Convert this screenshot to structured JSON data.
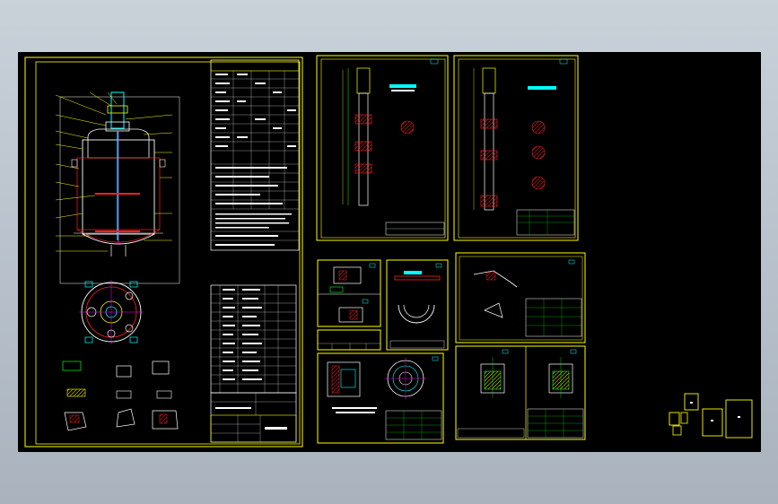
{
  "app": {
    "title": ""
  },
  "canvas": {
    "background": "#000000"
  },
  "colors": {
    "frame": "#ffff00",
    "line": "#ffffff",
    "accent_red": "#ff2020",
    "accent_cyan": "#00ffff",
    "accent_green": "#00ff00",
    "accent_magenta": "#ff00ff"
  },
  "sheets": [
    {
      "id": "main-assembly"
    },
    {
      "id": "shaft-1"
    },
    {
      "id": "shaft-2"
    },
    {
      "id": "part-a"
    },
    {
      "id": "part-b"
    },
    {
      "id": "part-c"
    },
    {
      "id": "part-d"
    },
    {
      "id": "part-e"
    },
    {
      "id": "part-f"
    },
    {
      "id": "part-g"
    }
  ],
  "small_sheets_count": 5
}
